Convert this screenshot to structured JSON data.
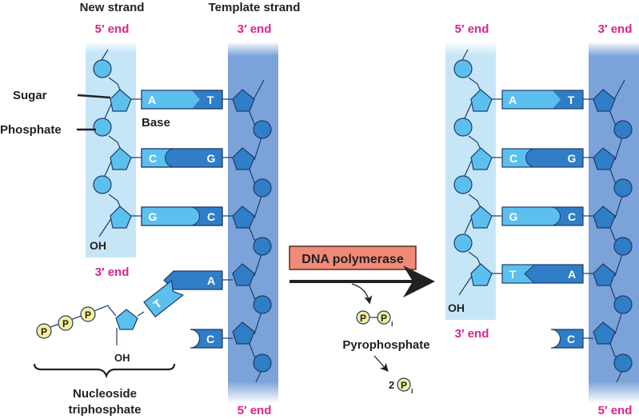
{
  "colors": {
    "new_strand_bg": "#c6e6f8",
    "template_bg": "#7ba3d9",
    "light_base": "#5cc0ef",
    "dark_base": "#2f7ec7",
    "outline": "#1f3c6a",
    "phosphate_yellow": "#f3ef9a",
    "enzyme_box": "#f08a78",
    "end_label": "#e0238a"
  },
  "left_panel": {
    "new_strand_title": "New strand",
    "template_strand_title": "Template strand",
    "new_top_end": "5′ end",
    "new_bottom_end": "3′ end",
    "template_top_end": "3′ end",
    "template_bottom_end": "5′ end",
    "sugar_label": "Sugar",
    "phosphate_label": "Phosphate",
    "base_label": "Base",
    "oh_label": "OH",
    "pairs": [
      {
        "new": "A",
        "template": "T"
      },
      {
        "new": "C",
        "template": "G"
      },
      {
        "new": "G",
        "template": "C"
      }
    ],
    "unpaired_template": [
      "A",
      "C"
    ],
    "incoming": {
      "base": "T",
      "phosphates": [
        "P",
        "P",
        "P"
      ],
      "oh_label": "OH",
      "caption_line1": "Nucleoside",
      "caption_line2": "triphosphate"
    }
  },
  "reaction": {
    "enzyme": "DNA polymerase",
    "byproduct_p1": "P",
    "byproduct_p2": "P",
    "byproduct_sub": "i",
    "byproduct_label": "Pyrophosphate",
    "final_coef": "2",
    "final_p": "P",
    "final_sub": "i"
  },
  "right_panel": {
    "new_top_end": "5′ end",
    "new_bottom_end": "3′ end",
    "template_top_end": "3′ end",
    "template_bottom_end": "5′ end",
    "oh_label": "OH",
    "pairs": [
      {
        "new": "A",
        "template": "T"
      },
      {
        "new": "C",
        "template": "G"
      },
      {
        "new": "G",
        "template": "C"
      },
      {
        "new": "T",
        "template": "A"
      }
    ],
    "unpaired_template": [
      "C"
    ]
  }
}
